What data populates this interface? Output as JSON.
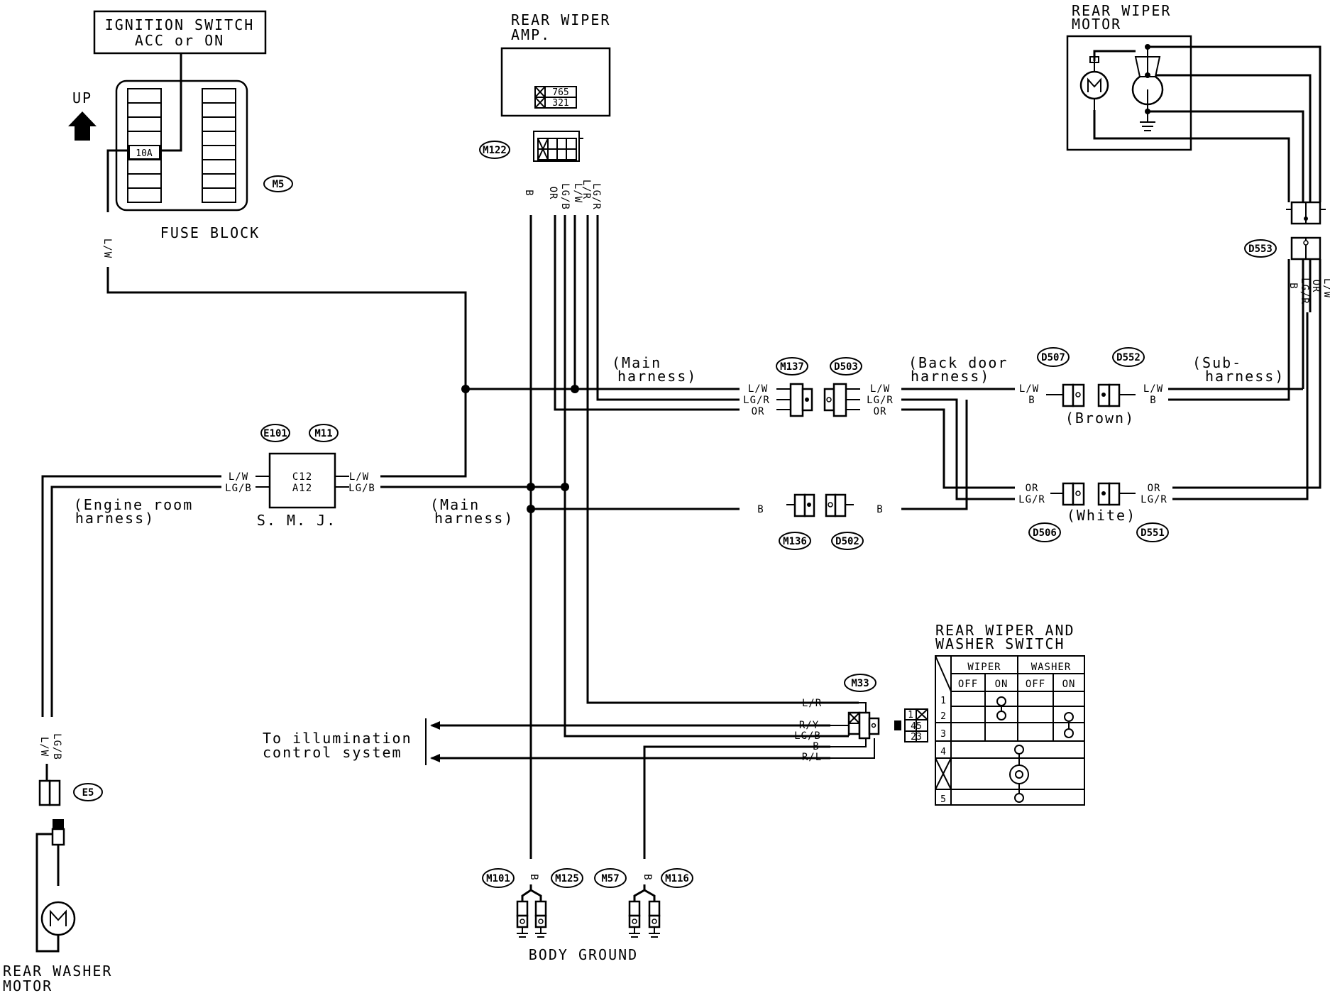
{
  "components": {
    "ignition_switch": {
      "line1": "IGNITION SWITCH",
      "line2": "ACC or ON"
    },
    "up_arrow": "UP",
    "fuse": "10A",
    "fuse_block": "FUSE BLOCK",
    "rear_wiper_amp": {
      "line1": "REAR WIPER",
      "line2": "AMP.",
      "pins_top": "765",
      "pins_bottom": "321"
    },
    "rear_wiper_motor": {
      "line1": "REAR WIPER",
      "line2": "MOTOR"
    },
    "smj": {
      "name": "S. M. J.",
      "pin1": "C12",
      "pin2": "A12"
    },
    "rear_washer_motor": {
      "line1": "REAR WASHER",
      "line2": "MOTOR"
    },
    "body_ground": "BODY GROUND",
    "illumination": {
      "line1": "To illumination",
      "line2": "control system"
    },
    "switch_title": {
      "line1": "REAR WIPER AND",
      "line2": "WASHER SWITCH"
    },
    "switch_headers": {
      "wiper": "WIPER",
      "washer": "WASHER",
      "off": "OFF",
      "on": "ON"
    },
    "switch_rows": [
      "1",
      "2",
      "3",
      "4",
      "5"
    ],
    "m33_pins": {
      "top": "1",
      "mid": "45",
      "bot": "23"
    }
  },
  "connectors": {
    "m5": "M5",
    "m122": "M122",
    "m137": "M137",
    "d503": "D503",
    "d507": "D507",
    "d552": "D552",
    "d553": "D553",
    "e101": "E101",
    "m11": "M11",
    "m136": "M136",
    "d502": "D502",
    "d506": "D506",
    "d551": "D551",
    "m33": "M33",
    "e5": "E5",
    "m101": "M101",
    "m125": "M125",
    "m57": "M57",
    "m116": "M116"
  },
  "harness": {
    "main1": {
      "line1": "(Main",
      "line2": "harness)"
    },
    "back_door": {
      "line1": "(Back door",
      "line2": "harness)"
    },
    "sub": {
      "line1": "(Sub-",
      "line2": "harness)"
    },
    "engine_room": {
      "line1": "(Engine room",
      "line2": "harness)"
    },
    "main2": {
      "line1": "(Main",
      "line2": "harness)"
    },
    "brown": "(Brown)",
    "white": "(White)"
  },
  "wire_colors": {
    "lw": "L/W",
    "lgr": "LG/R",
    "or": "OR",
    "b": "B",
    "lgb": "LG/B",
    "lr": "L/R",
    "ry": "R/Y",
    "rl": "R/L"
  }
}
